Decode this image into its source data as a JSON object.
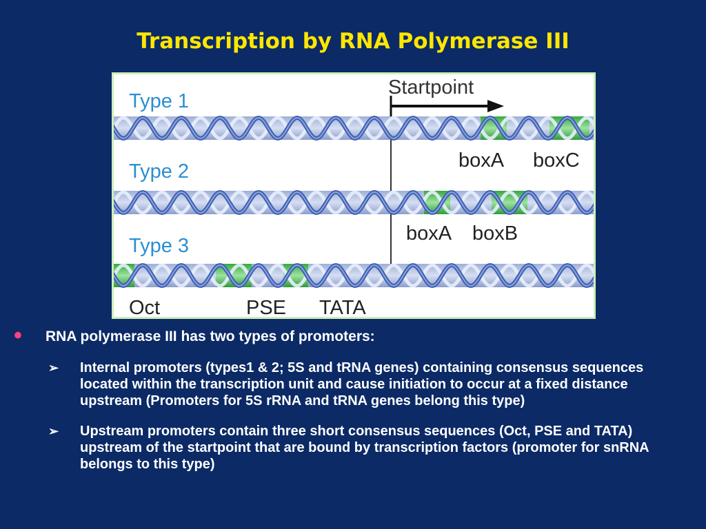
{
  "title": "Transcription by RNA Polymerase III",
  "figure": {
    "startpoint_label": "Startpoint",
    "types": [
      {
        "label": "Type 1",
        "elements": [
          "boxA",
          "boxC"
        ]
      },
      {
        "label": "Type 2",
        "elements": [
          "boxA",
          "boxB"
        ]
      },
      {
        "label": "Type 3",
        "elements": [
          "Oct",
          "PSE",
          "TATA"
        ]
      }
    ],
    "colors": {
      "element_green": "#44c24a",
      "helix_blue": "#3f5fb0"
    }
  },
  "bullets": {
    "main": "RNA polymerase III has two types of promoters:",
    "sub": [
      "Internal promoters (types1 & 2; 5S and tRNA genes) containing consensus sequences located within the transcription unit and cause initiation to occur at a fixed distance upstream (Promoters for 5S rRNA and tRNA genes belong this type)",
      "Upstream promoters contain three short consensus sequences (Oct, PSE and TATA) upstream of the startpoint that are bound by transcription factors (promoter for snRNA belongs to this type)"
    ]
  }
}
